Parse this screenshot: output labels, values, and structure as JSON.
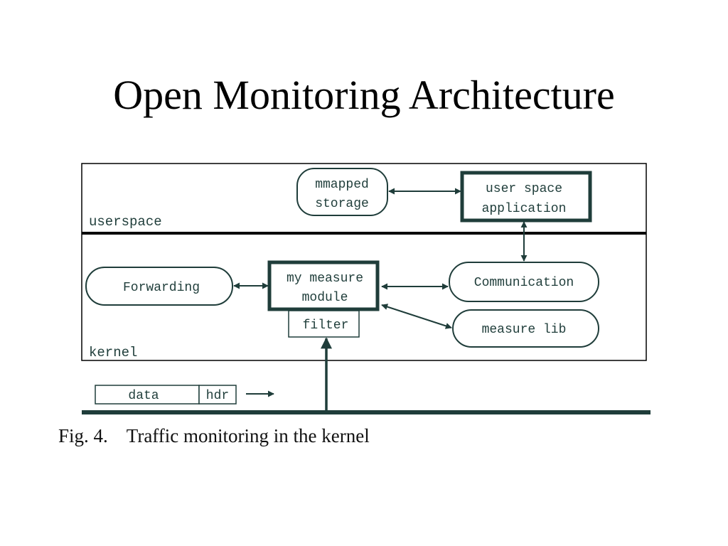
{
  "slide": {
    "title": "Open Monitoring Architecture"
  },
  "diagram": {
    "regions": {
      "userspace": "userspace",
      "kernel": "kernel"
    },
    "nodes": {
      "mmapped_storage": [
        "mmapped",
        "storage"
      ],
      "user_space_application": [
        "user space",
        "application"
      ],
      "forwarding": "Forwarding",
      "measure_module": [
        "my measure",
        "module"
      ],
      "filter": "filter",
      "communication": "Communication",
      "measure_lib": "measure lib"
    },
    "packet": {
      "data": "data",
      "hdr": "hdr"
    },
    "colors": {
      "stroke": "#1f3d3a",
      "frame": "#000000"
    }
  },
  "caption": {
    "label": "Fig. 4.",
    "text": "Traffic monitoring in the kernel"
  }
}
